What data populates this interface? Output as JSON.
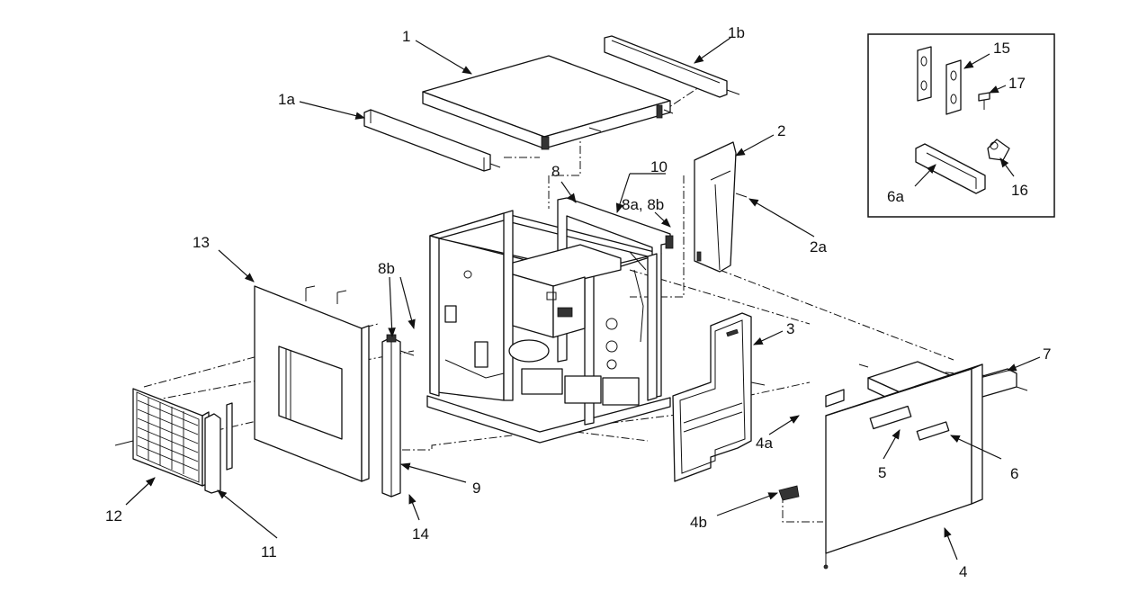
{
  "labels": {
    "l1": "1",
    "l1a": "1a",
    "l1b": "1b",
    "l2": "2",
    "l2a": "2a",
    "l3": "3",
    "l4": "4",
    "l4a": "4a",
    "l4b": "4b",
    "l5": "5",
    "l6": "6",
    "l6a": "6a",
    "l7": "7",
    "l8": "8",
    "l8a8b": "8a, 8b",
    "l8b": "8b",
    "l9": "9",
    "l10": "10",
    "l11": "11",
    "l12": "12",
    "l13": "13",
    "l14": "14",
    "l15": "15",
    "l16": "16",
    "l17": "17"
  }
}
